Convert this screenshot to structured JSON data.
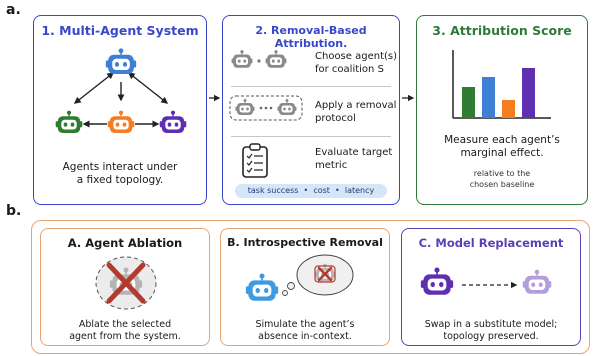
{
  "section_a": {
    "label": "a.",
    "panel1": {
      "title": "1. Multi-Agent System",
      "caption_line1": "Agents interact under",
      "caption_line2": "a fixed topology."
    },
    "panel2": {
      "title": "2. Removal-Based Attribution.",
      "row1_line1": "Choose agent(s)",
      "row1_line2": "for coalition S",
      "row2_line1": "Apply a removal",
      "row2_line2": "protocol",
      "row3_line1": "Evaluate target",
      "row3_line2": "metric",
      "metrics": [
        "task success",
        "cost",
        "latency"
      ]
    },
    "panel3": {
      "title": "3. Attribution Score",
      "caption_line1": "Measure each agent’s",
      "caption_line2": "marginal effect.",
      "note_line1": "relative to the",
      "note_line2": "chosen baseline"
    }
  },
  "section_b": {
    "label": "b.",
    "panelA": {
      "title": "A. Agent Ablation",
      "caption_line1": "Ablate the selected",
      "caption_line2": "agent from the system."
    },
    "panelB": {
      "title": "B. Introspective Removal",
      "caption_line1": "Simulate the agent’s",
      "caption_line2": "absence in-context."
    },
    "panelC": {
      "title": "C. Model Replacement",
      "caption_line1": "Swap in a substitute model;",
      "caption_line2": "topology preserved."
    }
  },
  "colors": {
    "blue": "#3a47c9",
    "green": "#2f7a3a",
    "orange": "#e8a374",
    "purple": "#5a3fb5",
    "agent_blue": "#3f7fd6",
    "agent_green": "#2e7d32",
    "agent_orange": "#f57c1f",
    "agent_purple": "#5e2fb0",
    "red": "#c0392b"
  },
  "icons": [
    "robot-icon",
    "clipboard-checklist-icon",
    "bar-chart-icon",
    "red-x-icon",
    "thought-bubble-icon",
    "arrow-icon"
  ]
}
